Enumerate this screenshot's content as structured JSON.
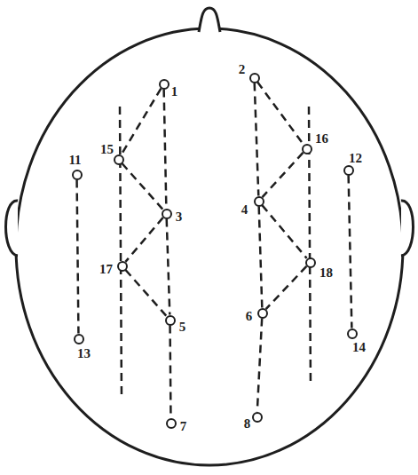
{
  "diagram": {
    "nodes": [
      {
        "text": [
          "1"
        ]
      },
      {
        "text": [
          "2"
        ]
      },
      {
        "text": [
          "3"
        ]
      },
      {
        "text": [
          "4"
        ]
      },
      {
        "text": [
          "5"
        ]
      },
      {
        "text": [
          "6"
        ]
      },
      {
        "text": [
          "7"
        ]
      },
      {
        "text": [
          "8"
        ]
      },
      {
        "text": [
          "11"
        ]
      },
      {
        "text": [
          "12"
        ]
      },
      {
        "text": [
          "13"
        ]
      },
      {
        "text": [
          "14"
        ]
      },
      {
        "text": [
          "15"
        ]
      },
      {
        "text": [
          "16"
        ]
      },
      {
        "text": [
          "17"
        ]
      },
      {
        "text": [
          "18"
        ]
      }
    ],
    "edges": [
      {
        "from": 0,
        "to": 12,
        "arrow": "none"
      },
      {
        "from": 12,
        "to": 2,
        "arrow": "none"
      },
      {
        "from": 2,
        "to": 14,
        "arrow": "none"
      },
      {
        "from": 14,
        "to": 4,
        "arrow": "none"
      },
      {
        "from": 0,
        "to": 2,
        "arrow": "none"
      },
      {
        "from": 2,
        "to": 4,
        "arrow": "none"
      },
      {
        "from": 4,
        "to": 6,
        "arrow": "none"
      },
      {
        "from": 1,
        "to": 13,
        "arrow": "none"
      },
      {
        "from": 13,
        "to": 3,
        "arrow": "none"
      },
      {
        "from": 3,
        "to": 15,
        "arrow": "none"
      },
      {
        "from": 15,
        "to": 5,
        "arrow": "none"
      },
      {
        "from": 1,
        "to": 3,
        "arrow": "none"
      },
      {
        "from": 3,
        "to": 5,
        "arrow": "none"
      },
      {
        "from": 5,
        "to": 7,
        "arrow": "none"
      },
      {
        "from": 8,
        "to": 10,
        "arrow": "none"
      },
      {
        "from": 9,
        "to": 11,
        "arrow": "none"
      }
    ]
  }
}
